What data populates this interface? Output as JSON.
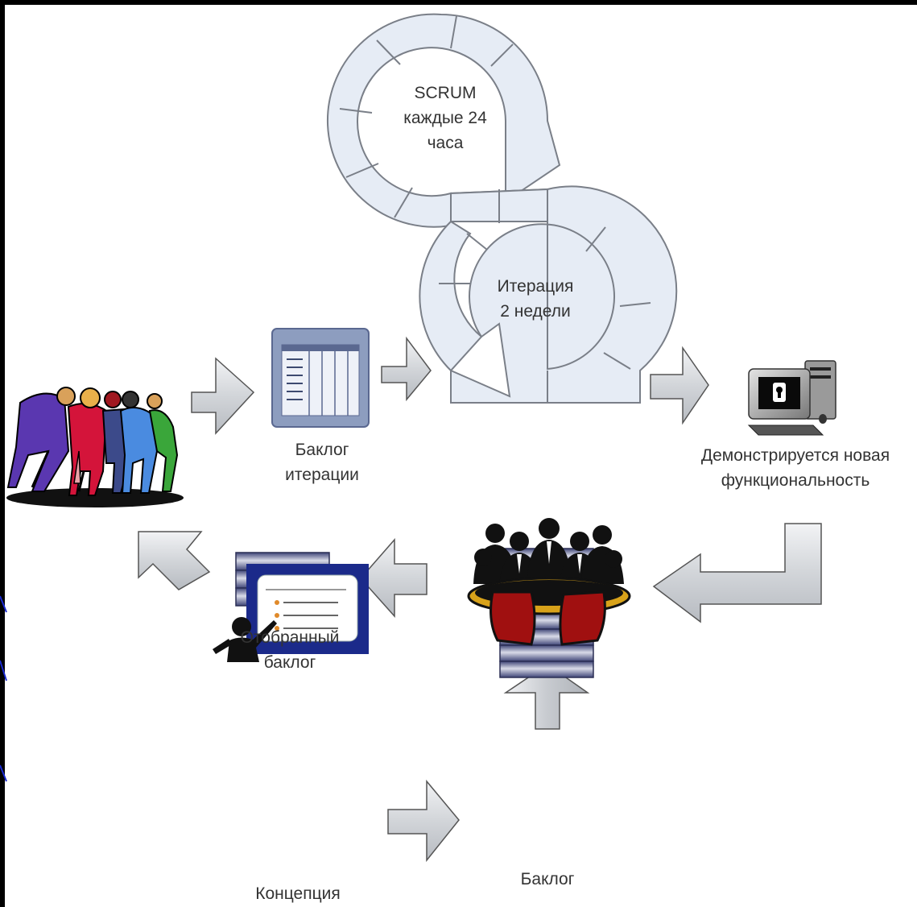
{
  "diagram": {
    "scrum_cycle": {
      "line1": "SCRUM",
      "line2": "каждые 24",
      "line3": "часа"
    },
    "iteration_cycle": {
      "line1": "Итерация",
      "line2": "2 недели"
    },
    "iteration_backlog": {
      "line1": "Баклог",
      "line2": "итерации"
    },
    "demo": {
      "line1": "Демонстрируется новая",
      "line2": "функциональность"
    },
    "selected_backlog": {
      "line1": "Отобранный",
      "line2": "баклог"
    },
    "concept": {
      "line1": "Концепция"
    },
    "backlog": {
      "line1": "Баклог"
    }
  },
  "colors": {
    "background_frame": "#000000",
    "canvas": "#ffffff",
    "cycle_fill": "#e6ecf5",
    "cycle_stroke": "#7a7f88",
    "arrow_fill": "#d5d8dc",
    "backlog_stack": "#5a6090",
    "table_fill": "#8d9dbf",
    "chair_red": "#a01010",
    "concept_frame": "#1b2a8a",
    "frame_accent": "#1a2ad0"
  },
  "icons": [
    "team-huddle-icon",
    "table-doc-icon",
    "computer-icon",
    "meeting-table-icon",
    "presenter-board-icon",
    "backlog-stack-icon"
  ]
}
